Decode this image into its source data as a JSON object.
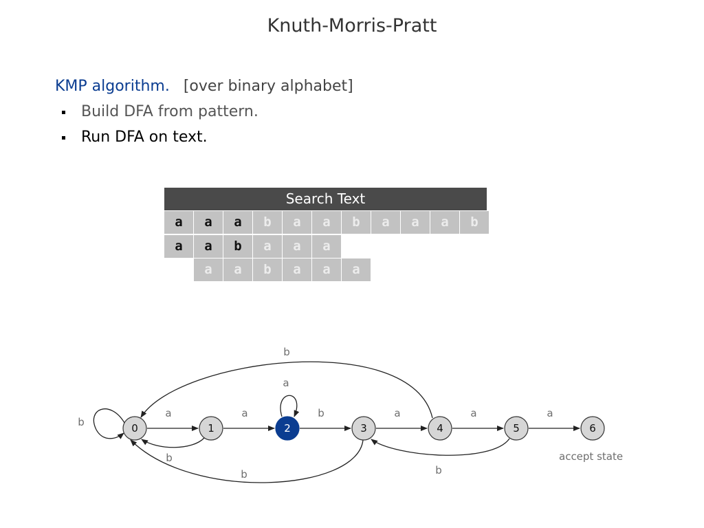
{
  "title": "Knuth-Morris-Pratt",
  "intro": {
    "label": "KMP algorithm.",
    "note": "[over binary alphabet]",
    "bullets": [
      "Build DFA from pattern.",
      "Run DFA on text."
    ]
  },
  "table": {
    "header": "Search Text",
    "text_row": [
      {
        "ch": "a",
        "hl": true
      },
      {
        "ch": "a",
        "hl": true
      },
      {
        "ch": "a",
        "hl": true
      },
      {
        "ch": "b",
        "hl": false
      },
      {
        "ch": "a",
        "hl": false
      },
      {
        "ch": "a",
        "hl": false
      },
      {
        "ch": "b",
        "hl": false
      },
      {
        "ch": "a",
        "hl": false
      },
      {
        "ch": "a",
        "hl": false
      },
      {
        "ch": "a",
        "hl": false
      },
      {
        "ch": "b",
        "hl": false
      }
    ],
    "pattern_row_1": [
      {
        "ch": "a",
        "hl": true
      },
      {
        "ch": "a",
        "hl": true
      },
      {
        "ch": "b",
        "hl": true
      },
      {
        "ch": "a",
        "hl": false
      },
      {
        "ch": "a",
        "hl": false
      },
      {
        "ch": "a",
        "hl": false
      }
    ],
    "pattern_row_2": [
      {
        "ch": "a",
        "hl": false
      },
      {
        "ch": "a",
        "hl": false
      },
      {
        "ch": "b",
        "hl": false
      },
      {
        "ch": "a",
        "hl": false
      },
      {
        "ch": "a",
        "hl": false
      },
      {
        "ch": "a",
        "hl": false
      }
    ]
  },
  "dfa": {
    "states": [
      "0",
      "1",
      "2",
      "3",
      "4",
      "5",
      "6"
    ],
    "active_state": "2",
    "accept_label": "accept state",
    "colors": {
      "active": "#0b3d91",
      "node": "#d6d6d6"
    },
    "transitions": [
      {
        "from": "0",
        "to": "1",
        "label": "a"
      },
      {
        "from": "1",
        "to": "2",
        "label": "a"
      },
      {
        "from": "2",
        "to": "3",
        "label": "b"
      },
      {
        "from": "3",
        "to": "4",
        "label": "a"
      },
      {
        "from": "4",
        "to": "5",
        "label": "a"
      },
      {
        "from": "5",
        "to": "6",
        "label": "a"
      },
      {
        "from": "0",
        "to": "0",
        "label": "b"
      },
      {
        "from": "2",
        "to": "2",
        "label": "a"
      },
      {
        "from": "1",
        "to": "0",
        "label": "b"
      },
      {
        "from": "3",
        "to": "0",
        "label": "b"
      },
      {
        "from": "4",
        "to": "0",
        "label": "b"
      },
      {
        "from": "5",
        "to": "3",
        "label": "b"
      }
    ]
  }
}
